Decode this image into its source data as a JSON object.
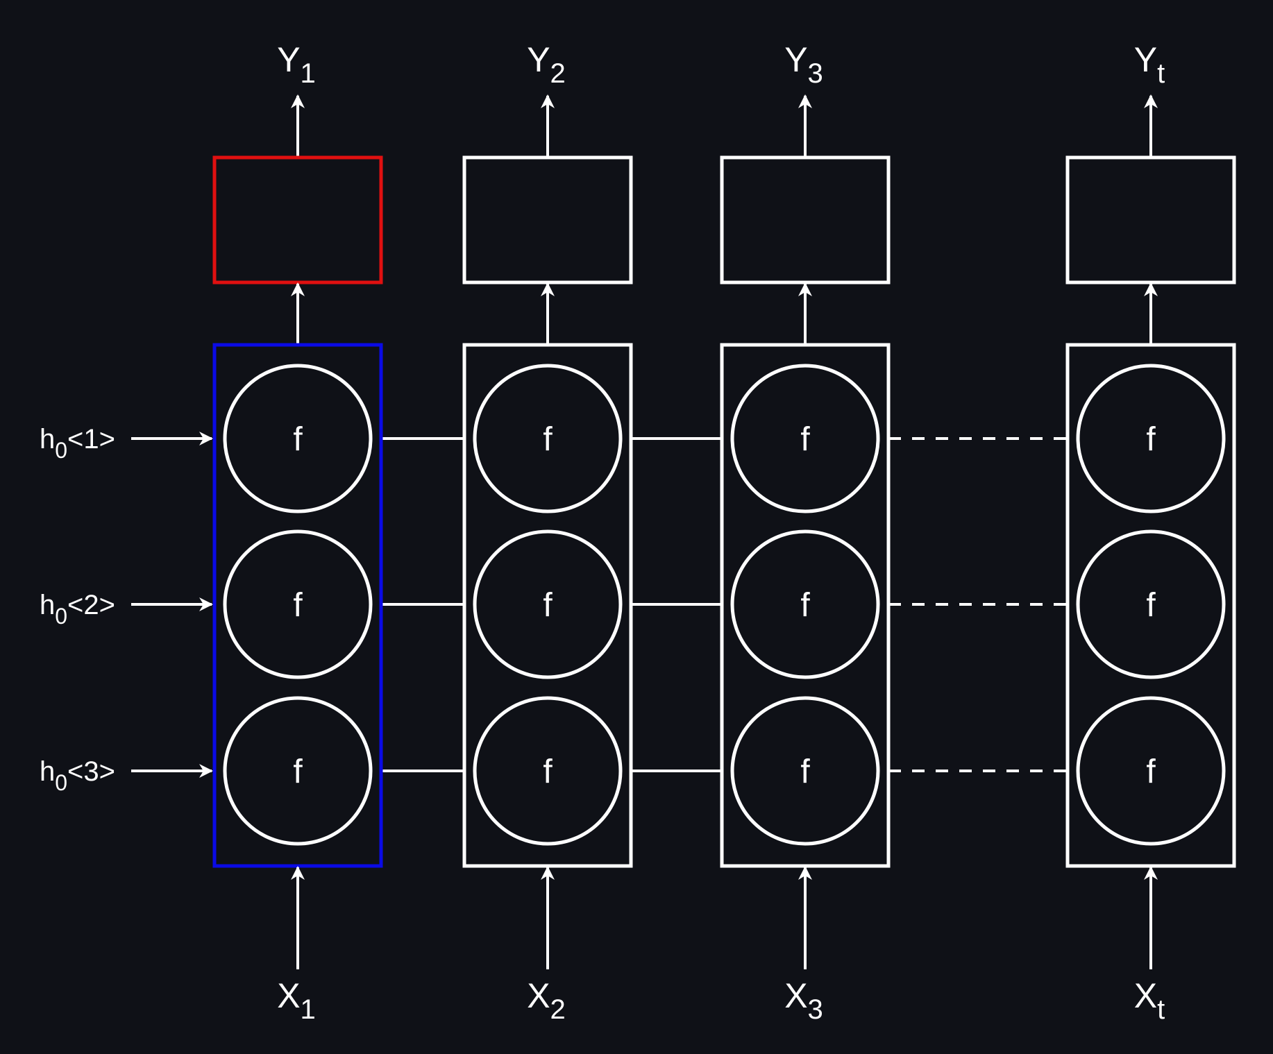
{
  "colors": {
    "background": "#0f1117",
    "stroke": "#ffffff",
    "highlight_output": "#e01010",
    "highlight_column": "#0a0ae6"
  },
  "columns": [
    {
      "output_base": "Y",
      "output_sub": "1",
      "input_base": "X",
      "input_sub": "1",
      "highlighted": true
    },
    {
      "output_base": "Y",
      "output_sub": "2",
      "input_base": "X",
      "input_sub": "2",
      "highlighted": false
    },
    {
      "output_base": "Y",
      "output_sub": "3",
      "input_base": "X",
      "input_sub": "3",
      "highlighted": false
    },
    {
      "output_base": "Y",
      "output_sub": "t",
      "input_base": "X",
      "input_sub": "t",
      "highlighted": false
    }
  ],
  "node_label": "f",
  "hidden_inputs": [
    {
      "base": "h",
      "sub": "0",
      "suffix": "<1>"
    },
    {
      "base": "h",
      "sub": "0",
      "suffix": "<2>"
    },
    {
      "base": "h",
      "sub": "0",
      "suffix": "<3>"
    }
  ]
}
